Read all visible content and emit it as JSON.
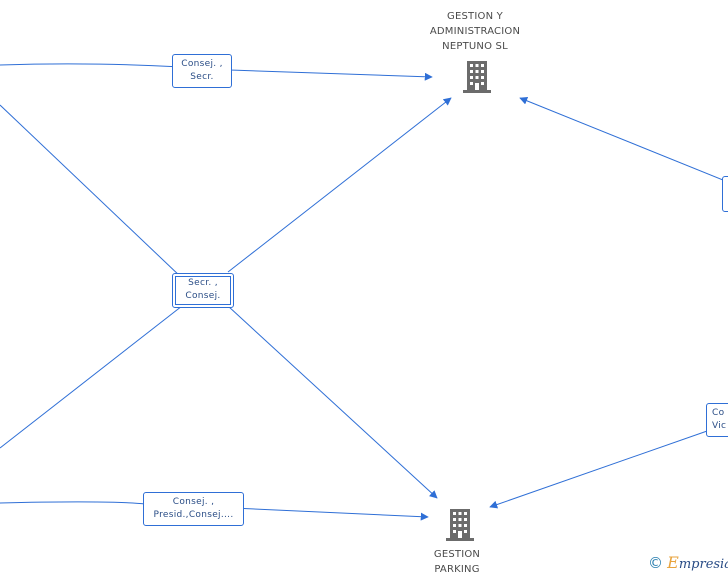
{
  "nodes": {
    "neptuno": {
      "line1": "GESTION Y",
      "line2": "ADMINISTRACION",
      "line3": "NEPTUNO SL",
      "icon": "building-icon"
    },
    "parking": {
      "line1": "GESTION",
      "line2": "PARKING"
    }
  },
  "relations": {
    "top": {
      "line1": "Consej. ,",
      "line2": "Secr."
    },
    "center": {
      "line1": "Secr. ,",
      "line2": "Consej."
    },
    "bottom": {
      "line1": "Consej. ,",
      "line2": "Presid.,Consej...."
    },
    "right_top": {
      "line1": "",
      "line2": ""
    },
    "right_bottom": {
      "line1": "Co",
      "line2": "Vic"
    }
  },
  "brand": {
    "copyright": "©",
    "initial": "E",
    "name": "mpresia"
  },
  "colors": {
    "edge": "#2f6fd6",
    "building": "#6b6b6b",
    "text": "#4a4a4a"
  }
}
